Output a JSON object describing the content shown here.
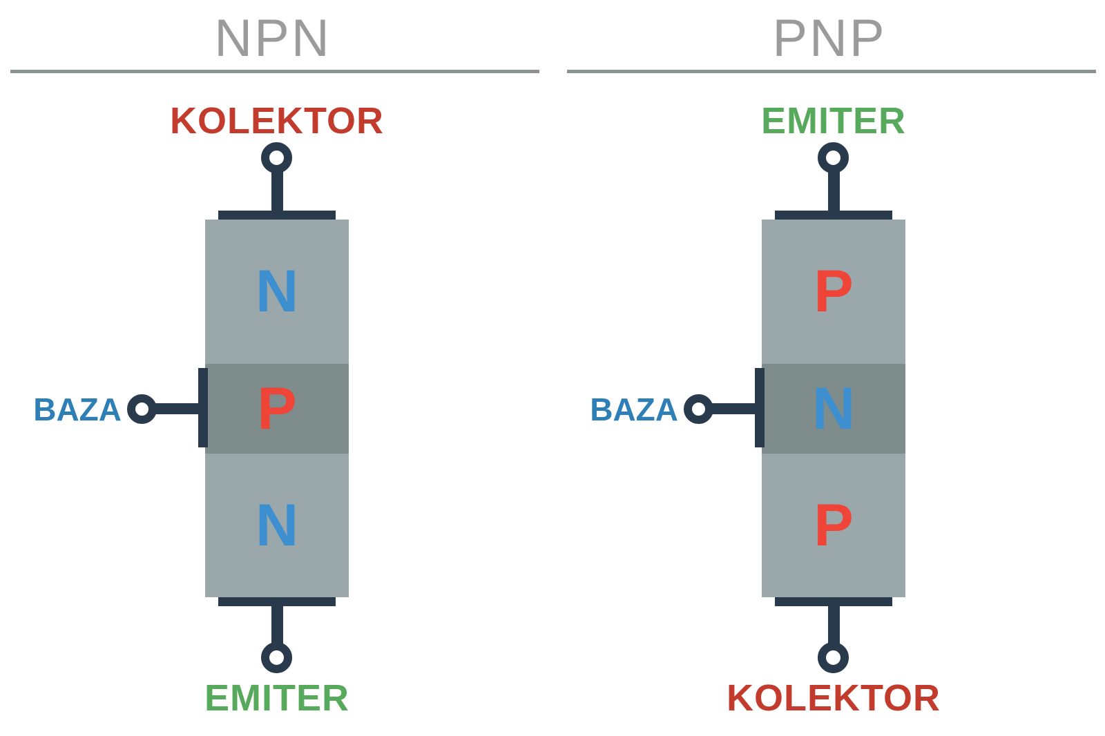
{
  "colors": {
    "title_gray": "#9b9b9b",
    "rule_gray": "#8b948e",
    "navy": "#283a4b",
    "body_light": "#9aa8ab",
    "body_dark_band": "#7e8c8b",
    "letter_blue": "#3e8fd0",
    "letter_red": "#ef4538",
    "label_red": "#c23b2c",
    "label_green": "#57a95b",
    "label_blue": "#2e7fb5",
    "background": "#ffffff"
  },
  "panels": [
    {
      "title": "NPN",
      "top_terminal": {
        "label": "KOLEKTOR",
        "color": "#c23b2c"
      },
      "base": {
        "label": "BAZA",
        "color": "#2e7fb5"
      },
      "segments": [
        {
          "label": "N",
          "color": "#3e8fd0"
        },
        {
          "label": "P",
          "color": "#ef4538"
        },
        {
          "label": "N",
          "color": "#3e8fd0"
        }
      ],
      "bottom_terminal": {
        "label": "EMITER",
        "color": "#57a95b"
      }
    },
    {
      "title": "PNP",
      "top_terminal": {
        "label": "EMITER",
        "color": "#57a95b"
      },
      "base": {
        "label": "BAZA",
        "color": "#2e7fb5"
      },
      "segments": [
        {
          "label": "P",
          "color": "#ef4538"
        },
        {
          "label": "N",
          "color": "#3e8fd0"
        },
        {
          "label": "P",
          "color": "#ef4538"
        }
      ],
      "bottom_terminal": {
        "label": "KOLEKTOR",
        "color": "#c23b2c"
      }
    }
  ]
}
